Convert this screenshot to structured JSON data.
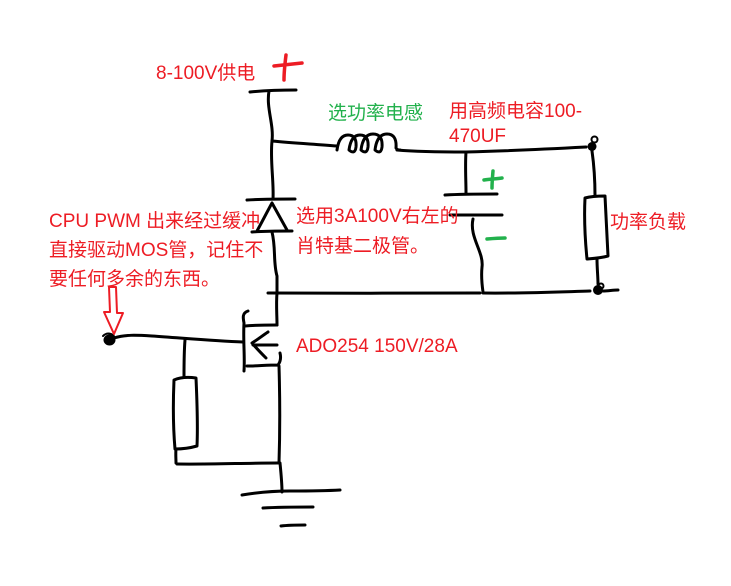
{
  "colors": {
    "background": "#ffffff",
    "ink": "#000000",
    "red_annotation": "#ed1c24",
    "green_annotation": "#22b14c"
  },
  "labels": {
    "supply": "8-100V供电",
    "inductor_note": "选功率电感",
    "capacitor_note_line1": "用高频电容100-",
    "capacitor_note_line2": "470UF",
    "pwm_note_line1": "CPU PWM 出来经过缓冲",
    "pwm_note_line2": "直接驱动MOS管，记住不",
    "pwm_note_line3": "要任何多余的东西。",
    "diode_note_line1": "选用3A100V右左的",
    "diode_note_line2": "肖特基二极管。",
    "mosfet_part": "ADO254 150V/28A",
    "load": "功率负载"
  },
  "polarity_marks": {
    "supply_positive": "+",
    "capacitor_positive": "+",
    "capacitor_negative": "−"
  }
}
